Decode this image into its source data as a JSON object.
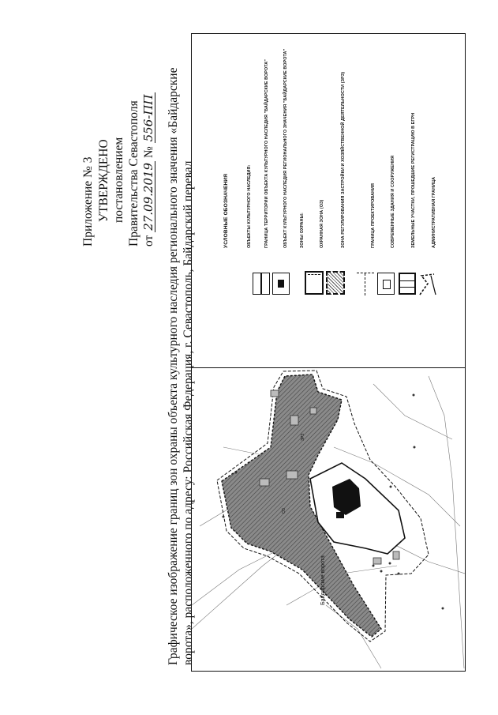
{
  "approval": {
    "line1": "Приложение № 3",
    "line2": "УТВЕРЖДЕНО",
    "line3": "постановлением",
    "line4": "Правительства Севастополя",
    "from_prefix": "от",
    "date": "27.09.2019",
    "number_prefix": "№",
    "number": "556-ПП"
  },
  "title": {
    "line1": "Графическое изображение границ зон охраны объекта культурного наследия регионального значения «Байдарские",
    "line2": "ворота», расположенного по адресу: Российская Федерация, г. Севастополь, Байдарский перевал"
  },
  "legend": {
    "title": "УСЛОВНЫЕ ОБОЗНАЧЕНИЯ",
    "section_objects": "ОБЪЕКТЫ КУЛЬТУРНОГО НАСЛЕДИЯ:",
    "boundary_territory": "ГРАНИЦА ТЕРРИТОРИИ ОБЪЕКТА КУЛЬТУРНОГО НАСЛЕДИЯ \"БАЙДАРСКИЕ ВОРОТА\"",
    "object_regional": "ОБЪЕКТ КУЛЬТУРНОГО НАСЛЕДИЯ РЕГИОНАЛЬНОГО ЗНАЧЕНИЯ \"БАЙДАРСКИЕ ВОРОТА\"",
    "section_zones": "ЗОНЫ ОХРАНЫ:",
    "protection_zone": "ОХРАННАЯ ЗОНА (ОЗ)",
    "regulation_zone": "ЗОНА РЕГУЛИРОВАНИЯ ЗАСТРОЙКИ И ХОЗЯЙСТВЕННОЙ ДЕЯТЕЛЬНОСТИ (ЗРЗ)",
    "design_boundary": "ГРАНИЦА ПРОЕКТИРОВАНИЯ",
    "existing_buildings": "СОВРЕМЕННЫЕ ЗДАНИЯ И СООРУЖЕНИЯ",
    "land_plots": "ЗЕМЕЛЬНЫЕ УЧАСТКИ, ПРОШЕДШИЕ РЕГИСТРАЦИЮ В ЕГРН",
    "admin_boundary": "АДМИНИСТРАТИВНАЯ ГРАНИЦА"
  },
  "map": {
    "label_road": "Байдарские ворота",
    "label_oz": "ОЗ",
    "label_zrz": "ЗРЗ"
  }
}
